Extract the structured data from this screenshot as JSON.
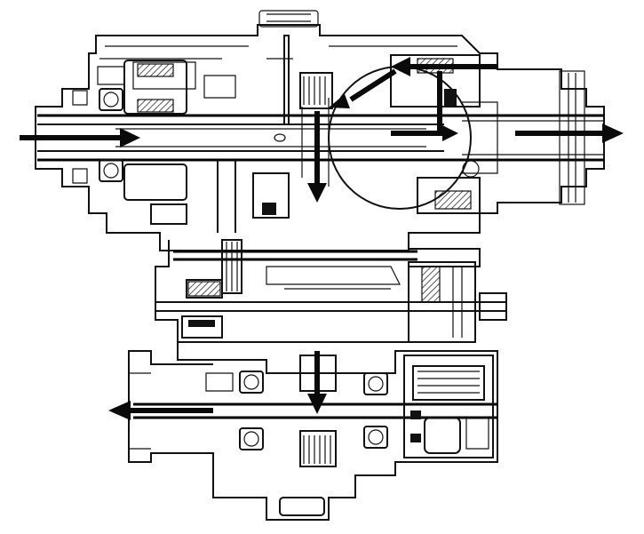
{
  "figure": {
    "kind": "mechanical cross-section line drawing",
    "ink_color": "#111111",
    "background": "#ffffff",
    "flow_arrows": [
      {
        "name": "input-flow-arrow",
        "direction": "right"
      },
      {
        "name": "output-flow-arrow-right",
        "direction": "right"
      },
      {
        "name": "transfer-down-arrow-upper",
        "direction": "down"
      },
      {
        "name": "transfer-down-arrow-lower",
        "direction": "down"
      },
      {
        "name": "output-flow-arrow-left",
        "direction": "left"
      },
      {
        "name": "reverse-flow-arrow-upper",
        "direction": "left"
      }
    ],
    "highlight_circle": {
      "name": "detail-circle",
      "shape": "circle"
    }
  }
}
